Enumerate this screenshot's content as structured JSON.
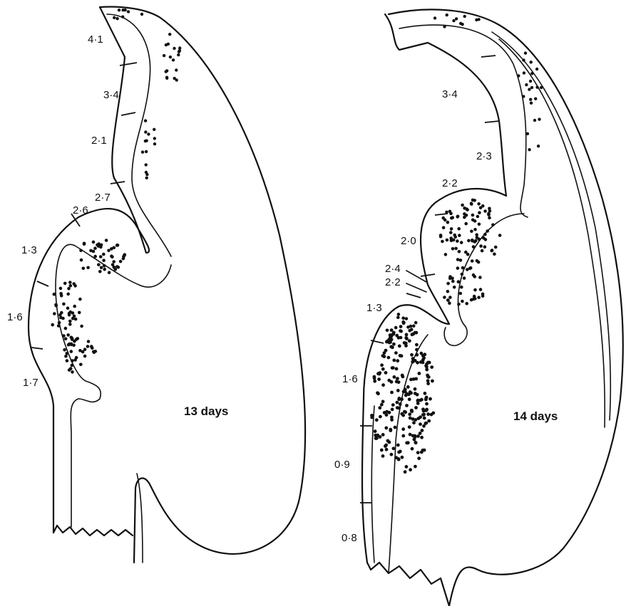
{
  "panels": [
    {
      "id": "left",
      "label": "13 days",
      "segment_labels": [
        "4·1",
        "3·4",
        "2·1",
        "2·7",
        "2·6",
        "1·3",
        "1·6",
        "1·7"
      ]
    },
    {
      "id": "right",
      "label": "14 days",
      "segment_labels": [
        "3·4",
        "2·3",
        "2·2",
        "2·0",
        "2·4",
        "2·2",
        "1·3",
        "1·6",
        "0·9",
        "0·8"
      ]
    }
  ]
}
